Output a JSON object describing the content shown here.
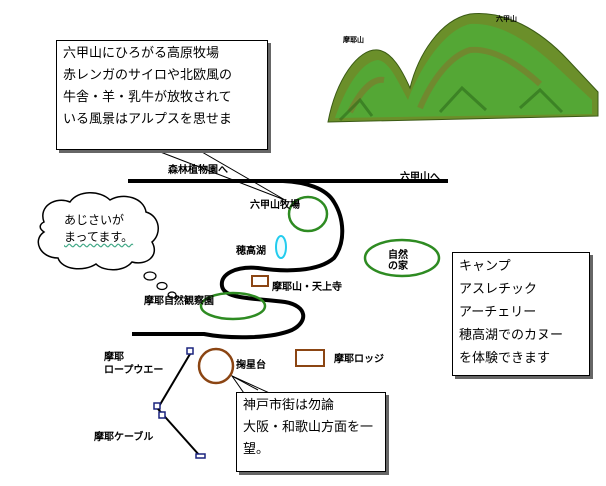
{
  "mountains": {
    "left_label": "摩耶山",
    "right_label": "六甲山"
  },
  "callouts": {
    "ranch": [
      "六甲山にひろがる高原牧場",
      "赤レンガのサイロや北欧風の",
      "牛舎・羊・乳牛が放牧されて",
      "いる風景はアルプスを思せま"
    ],
    "activities": [
      "キャンプ",
      "アスレチック",
      "アーチェリー",
      "穂高湖でのカヌー",
      "を体験できます"
    ],
    "view": [
      "神戸市街は勿論",
      "大阪・和歌山方面を一",
      "望。"
    ]
  },
  "bubble": [
    "あじさいが",
    "まってます。"
  ],
  "places": {
    "forest_garden": "森林植物園へ",
    "to_rokko": "六甲山へ",
    "ranch": "六甲山牧場",
    "hodaka": "穂高湖",
    "nature_house": "自然\nの家",
    "tenjoji": "摩耶山・天上寺",
    "nature_park": "摩耶自然観察園",
    "ropeway": "摩耶\nロープウエー",
    "kikuseidai": "掬星台",
    "lodge": "摩耶ロッジ",
    "cable": "摩耶ケーブル"
  },
  "colors": {
    "road": "#000000",
    "green": "#2e8b22",
    "brown": "#8b4513",
    "lake": "#22ccee",
    "rail": "#1a237e"
  }
}
